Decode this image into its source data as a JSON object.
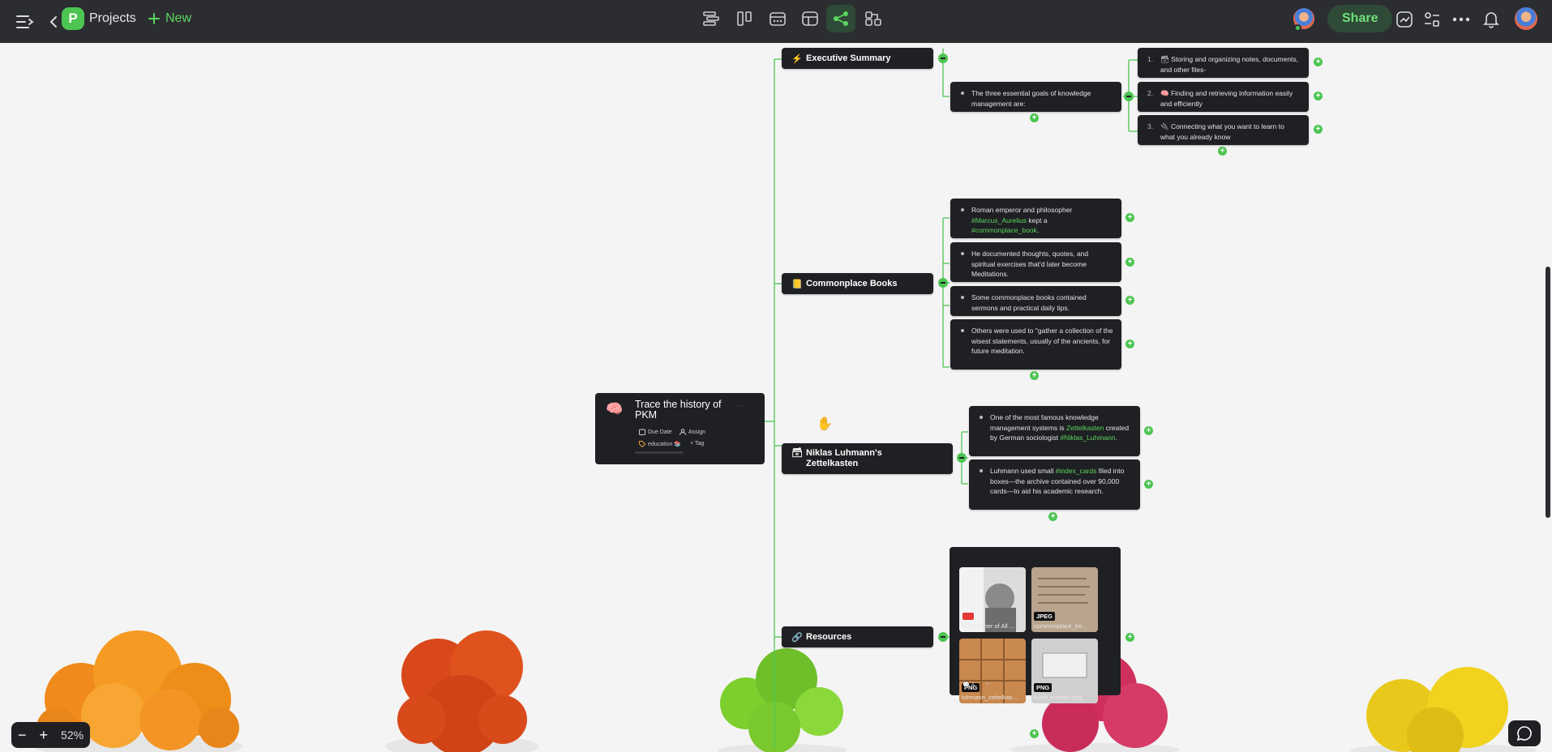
{
  "topbar": {
    "menu_icon": "sidebar-toggle-icon",
    "back_icon": "chevron-left-icon",
    "project_badge": "P",
    "project_name": "Projects",
    "new_label": "New",
    "views": [
      "list-view-icon",
      "board-view-icon",
      "calendar-view-icon",
      "table-view-icon",
      "mindmap-view-icon",
      "flowchart-view-icon"
    ],
    "active_view": "mindmap-view-icon",
    "share_label": "Share",
    "accent": "#4cc552"
  },
  "root": {
    "title": "Trace the history of PKM",
    "emoji": "🧠",
    "due_label": "Due Date",
    "assign_label": "Assign",
    "tag_label": "education 📚",
    "add_tag_label": "+ Tag"
  },
  "topics": {
    "exec_summary": {
      "emoji": "⚡",
      "label": "Executive Summary"
    },
    "commonplace": {
      "emoji": "📒",
      "label": "Commonplace Books"
    },
    "zettelkasten": {
      "emoji": "🗃",
      "label": "Niklas Luhmann's Zettelkasten"
    },
    "resources": {
      "emoji": "🔗",
      "label": "Resources"
    }
  },
  "exec": {
    "goals_intro": "The three essential goals of knowledge management are:",
    "goals": [
      {
        "num": "1.",
        "text": "🗃 Storing and organizing notes, documents, and other files-"
      },
      {
        "num": "2.",
        "text": "🧠 Finding and retrieving information easily and efficiently"
      },
      {
        "num": "3.",
        "text": "🔌 Connecting what you want to learn to what you already know"
      }
    ]
  },
  "commonplace": {
    "n1_a": "Roman emperor and philosopher ",
    "n1_tag1": "#Marcus_Aurelius",
    "n1_b": " kept a ",
    "n1_tag2": "#commonplace_book",
    "n1_c": ".",
    "n2": "He documented thoughts, quotes, and spiritual exercises that'd later become Meditations.",
    "n3": "Some commonplace books contained sermons and practical daily tips.",
    "n4": "Others were used to \"gather a collection of the wisest statements, usually of the ancients, for future meditation."
  },
  "zettel": {
    "n1_a": "One of the most famous knowledge management systems is ",
    "n1_tag1": "Zettelkasten",
    "n1_b": " created by German sociologist ",
    "n1_tag2": "#Niklas_Luhmann",
    "n1_c": ".",
    "n2_a": "Luhmann used small ",
    "n2_tag": "#index_cards",
    "n2_b": " filed into boxes—the archive contained over 90,000 cards—to aid his academic research."
  },
  "resources": {
    "files": [
      {
        "name": "The Mother of All ...",
        "type": ""
      },
      {
        "name": "commonplace_bo...",
        "type": "JPEG"
      },
      {
        "name": "luhmann_zettelkas...",
        "type": "PNG"
      },
      {
        "name": "bush_memex.png",
        "type": "PNG"
      }
    ],
    "comment_count": "4",
    "add_label": "+"
  },
  "zoom": {
    "minus": "−",
    "plus": "+",
    "level": "52%"
  },
  "plus_sign": "+",
  "colors": {
    "node_bg": "#1f2023",
    "line": "#4cc552",
    "tag": "#5bd65f"
  }
}
